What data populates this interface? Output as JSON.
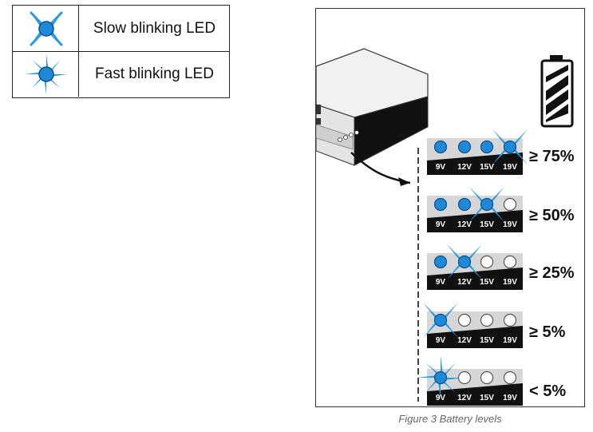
{
  "legend": {
    "slow_label": "Slow blinking LED",
    "fast_label": "Fast blinking LED",
    "slow_icon": "slow-blink-star-icon",
    "fast_icon": "fast-blink-star-icon"
  },
  "figure": {
    "caption": "Figure 3 Battery levels",
    "voltage_labels": [
      "9V",
      "12V",
      "15V",
      "19V"
    ],
    "levels": [
      {
        "label": "≥ 75%",
        "leds": [
          "on",
          "on",
          "on",
          "blink-slow"
        ]
      },
      {
        "label": "≥ 50%",
        "leds": [
          "on",
          "on",
          "blink-slow",
          "off"
        ]
      },
      {
        "label": "≥ 25%",
        "leds": [
          "on",
          "blink-slow",
          "off",
          "off"
        ]
      },
      {
        "label": "≥ 5%",
        "leds": [
          "blink-slow",
          "off",
          "off",
          "off"
        ]
      },
      {
        "label": "< 5%",
        "leds": [
          "blink-fast",
          "off",
          "off",
          "off"
        ]
      }
    ]
  },
  "colors": {
    "led_on": "#1e88d9",
    "led_off": "#ffffff",
    "star": "#2a9be0",
    "strip_bg": "#d6d6d6",
    "strip_dark": "#111111"
  }
}
